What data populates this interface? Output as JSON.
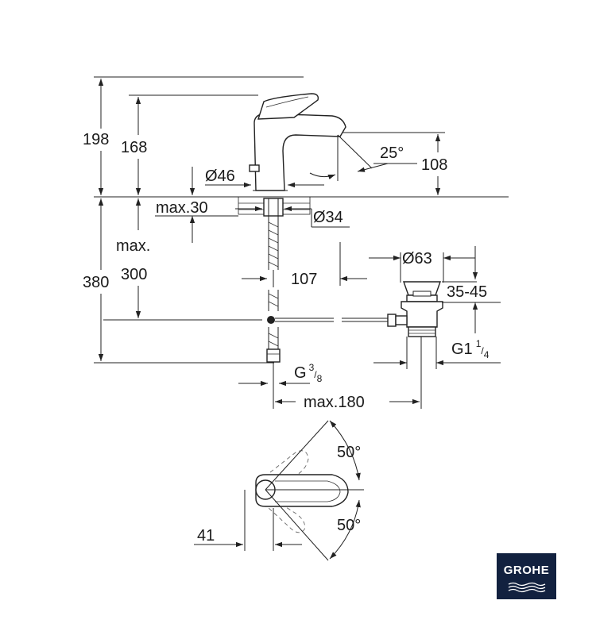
{
  "brand": {
    "logo_text": "GROHE",
    "logo_color": "#12213f"
  },
  "dimensions": {
    "height_total": "198",
    "height_spout": "168",
    "spout_angle": "25°",
    "spout_height": "108",
    "base_diameter": "Ø46",
    "deck_thickness": "max.30",
    "hole_diameter": "Ø34",
    "max_label": "max.",
    "max_depth": "300",
    "under_depth": "380",
    "drain_offset": "107",
    "waste_diameter": "Ø63",
    "waste_range": "35-45",
    "waste_thread": "G1",
    "waste_thread_num": "1",
    "waste_thread_den": "4",
    "hose_thread": "G",
    "hose_thread_num": "3",
    "hose_thread_den": "8",
    "waste_max": "max.180",
    "lever_angle_up": "50°",
    "lever_angle_down": "50°",
    "lever_offset": "41"
  }
}
